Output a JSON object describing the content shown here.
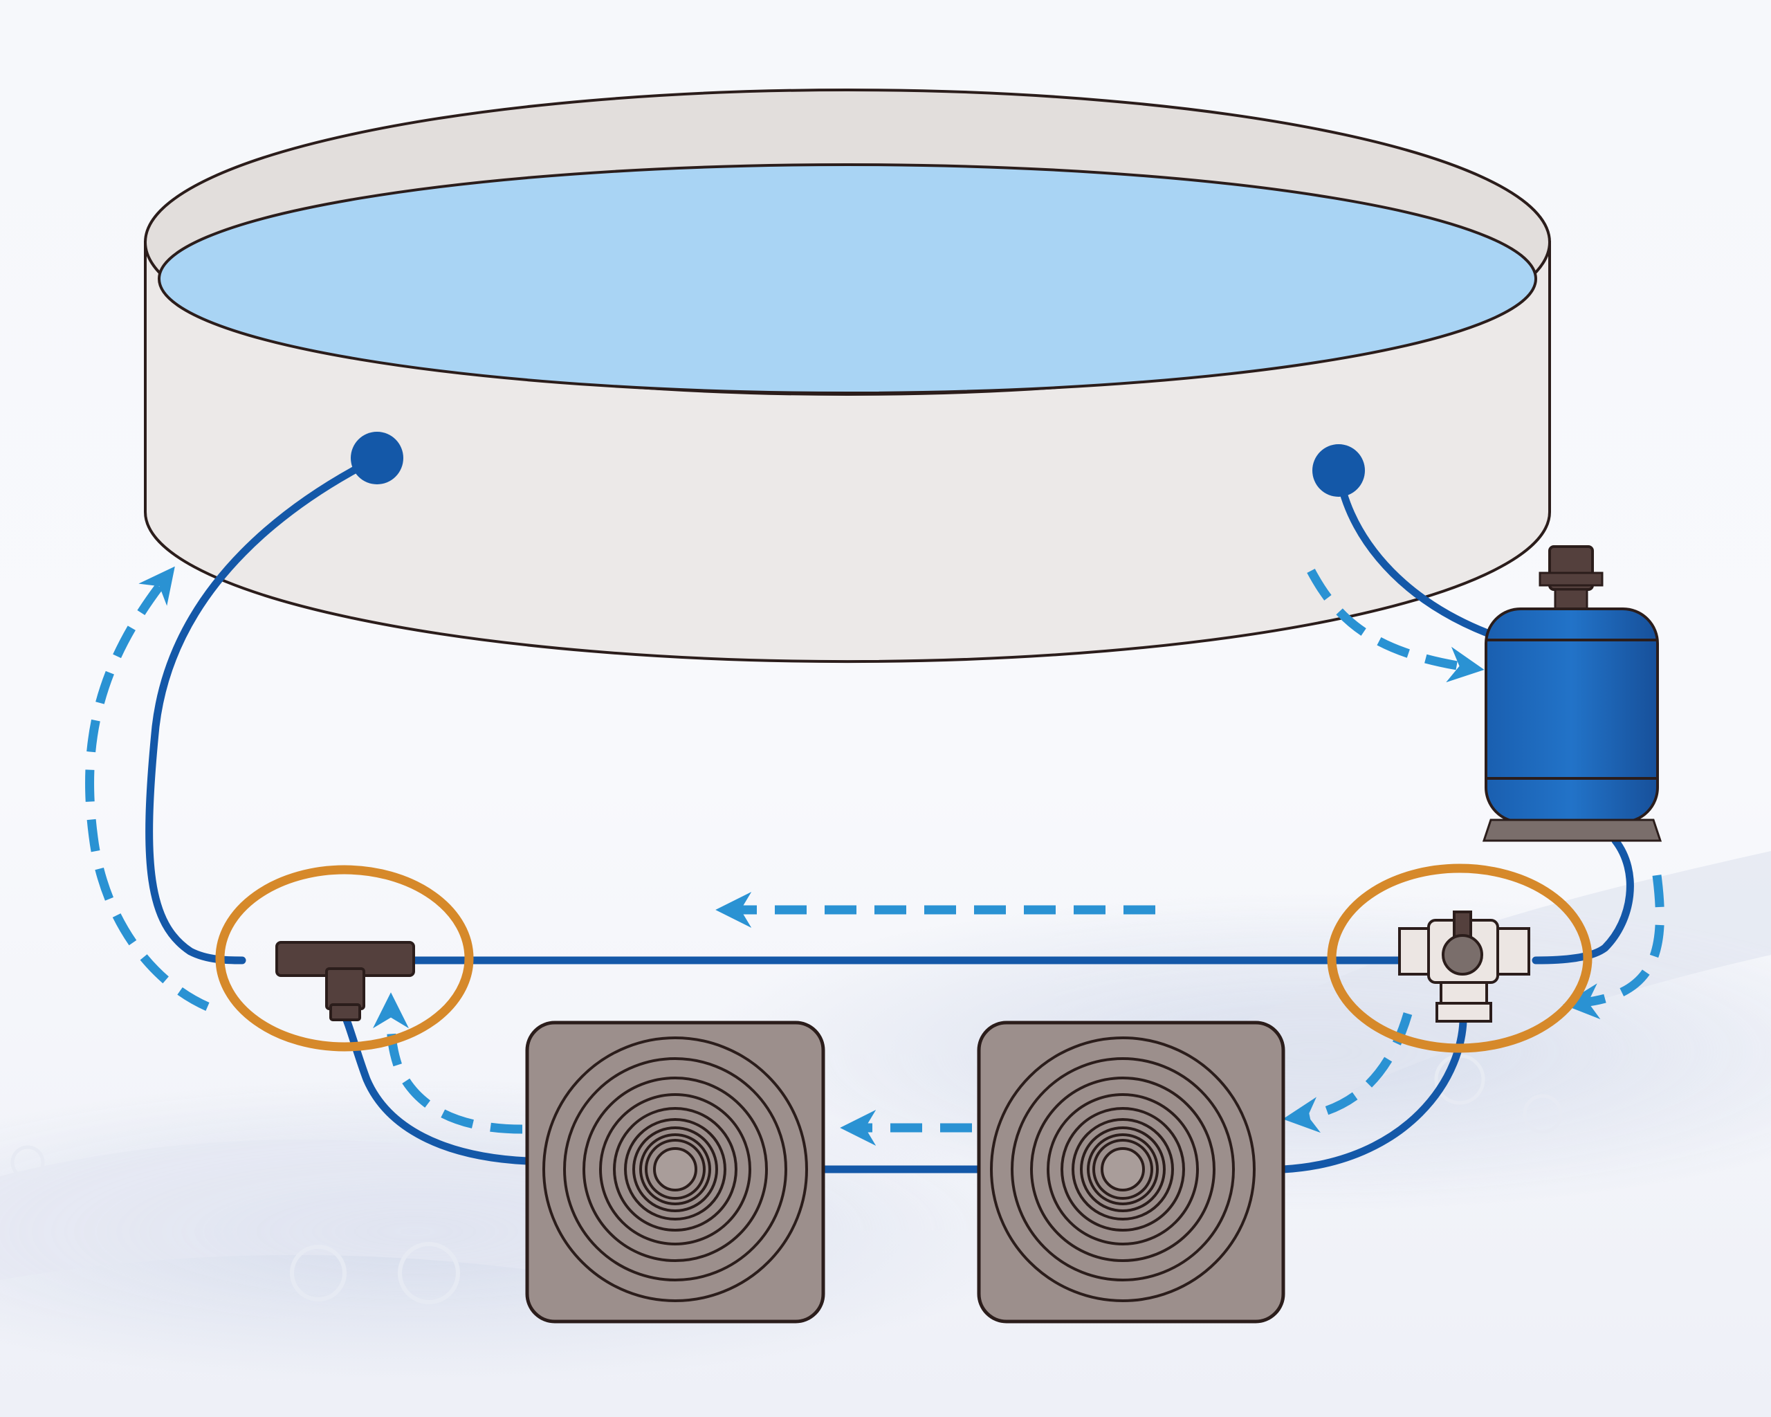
{
  "diagram": {
    "colors": {
      "pool_wall": "#ece9e8",
      "pool_water": "#a9d4f4",
      "outline": "#2b1d1b",
      "pipe": "#1458a8",
      "flow_arrow": "#2a92d3",
      "highlight_ring": "#d6892a",
      "filter_body": "#1a5fb0",
      "tee_fitting": "#54403d",
      "valve": "#ece6e3",
      "heater_body": "#9c8f8c",
      "background_tint": "#dfe6f3"
    },
    "nodes": [
      {
        "id": "pool",
        "kind": "above-ground round pool"
      },
      {
        "id": "pool-outlet",
        "kind": "return jet"
      },
      {
        "id": "pool-inlet",
        "kind": "skimmer inlet"
      },
      {
        "id": "filter",
        "kind": "sand filter"
      },
      {
        "id": "bypass-valve",
        "kind": "3-way valve"
      },
      {
        "id": "tee",
        "kind": "T-connector"
      },
      {
        "id": "heater-1",
        "kind": "solar heater mat"
      },
      {
        "id": "heater-2",
        "kind": "solar heater mat"
      }
    ],
    "edges": [
      {
        "from": "pool-inlet",
        "to": "filter"
      },
      {
        "from": "filter",
        "to": "bypass-valve"
      },
      {
        "from": "bypass-valve",
        "to": "heater-2"
      },
      {
        "from": "heater-2",
        "to": "heater-1"
      },
      {
        "from": "heater-1",
        "to": "tee"
      },
      {
        "from": "bypass-valve",
        "to": "tee"
      },
      {
        "from": "tee",
        "to": "pool-outlet"
      }
    ],
    "highlighted": [
      "tee",
      "bypass-valve"
    ]
  }
}
